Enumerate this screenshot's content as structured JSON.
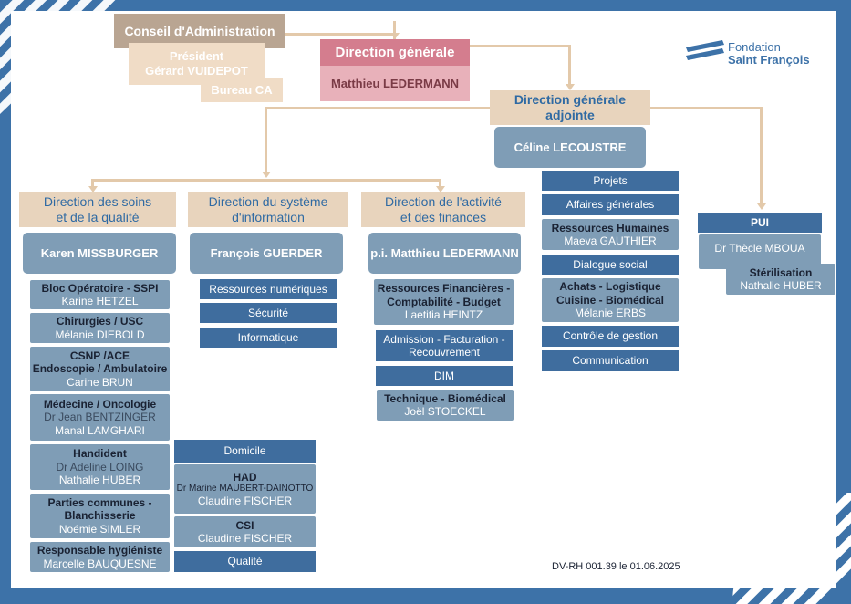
{
  "logo": {
    "line1": "Fondation",
    "line2": "Saint François"
  },
  "board": {
    "title": "Conseil d'Administration",
    "president_title": "Président",
    "president_name": "Gérard VUIDEPOT",
    "bureau": "Bureau CA"
  },
  "dg": {
    "title": "Direction générale",
    "name": "Matthieu LEDERMANN"
  },
  "dga": {
    "title_line1": "Direction générale",
    "title_line2": "adjointe",
    "name": "Céline LECOUSTRE",
    "items": [
      {
        "label": "Projets"
      },
      {
        "label": "Affaires générales"
      },
      {
        "title": "Ressources Humaines",
        "person": "Maeva GAUTHIER"
      },
      {
        "label": "Dialogue social"
      },
      {
        "title1": "Achats - Logistique",
        "title2": "Cuisine - Biomédical",
        "person": "Mélanie ERBS"
      },
      {
        "label": "Contrôle de gestion"
      },
      {
        "label": "Communication"
      }
    ]
  },
  "soins": {
    "title_line1": "Direction des soins",
    "title_line2": "et de la qualité",
    "name": "Karen MISSBURGER",
    "units": [
      {
        "lines": [
          "Bloc Opératoire - SSPI"
        ],
        "people": [
          "Karine HETZEL"
        ]
      },
      {
        "lines": [
          "Chirurgies / USC"
        ],
        "people": [
          "Mélanie DIEBOLD"
        ]
      },
      {
        "lines": [
          "CSNP /ACE",
          "Endoscopie / Ambulatoire"
        ],
        "people": [
          "Carine BRUN"
        ]
      },
      {
        "lines": [
          "Médecine / Oncologie"
        ],
        "people": [
          "Dr Jean BENTZINGER",
          "Manal LAMGHARI"
        ]
      },
      {
        "lines": [
          "Handident"
        ],
        "people": [
          "Dr Adeline LOING",
          "Nathalie HUBER"
        ]
      },
      {
        "lines": [
          "Parties communes -",
          "Blanchisserie"
        ],
        "people": [
          "Noémie SIMLER"
        ]
      },
      {
        "lines": [
          "Responsable hygiéniste"
        ],
        "people": [
          "Marcelle BAUQUESNE"
        ]
      }
    ]
  },
  "si": {
    "title_line1": "Direction du système",
    "title_line2": "d'information",
    "name": "François GUERDER",
    "items": [
      "Ressources numériques",
      "Sécurité",
      "Informatique"
    ]
  },
  "domicile": {
    "title": "Domicile",
    "had": {
      "title": "HAD",
      "doctor": "Dr Marine MAUBERT-DAINOTTO",
      "person": "Claudine FISCHER"
    },
    "csi": {
      "title": "CSI",
      "person": "Claudine FISCHER"
    },
    "qualite": "Qualité"
  },
  "activite": {
    "title_line1": "Direction de l'activité",
    "title_line2": "et des finances",
    "name": "p.i. Matthieu LEDERMANN",
    "rf": {
      "line1": "Ressources Financières -",
      "line2": "Comptabilité - Budget",
      "person": "Laetitia HEINTZ"
    },
    "admission": {
      "line1": "Admission - Facturation -",
      "line2": "Recouvrement"
    },
    "dim": "DIM",
    "technique": {
      "title": "Technique - Biomédical",
      "person": "Joël STOECKEL"
    }
  },
  "pui": {
    "title": "PUI",
    "name": "Dr Thècle MBOUA",
    "sterilisation": "Stérilisation",
    "sterilisation_person": "Nathalie HUBER"
  },
  "footer": {
    "ref": "DV-RH 001.39 le 01.06.2025"
  },
  "colors": {
    "frame": "#3d72a8",
    "beige": "#e8d4bd",
    "blue_text": "#2f6aa3",
    "navy": "#3f6d9e",
    "grey": "#7f9db6",
    "pink": "#d47d8e"
  }
}
